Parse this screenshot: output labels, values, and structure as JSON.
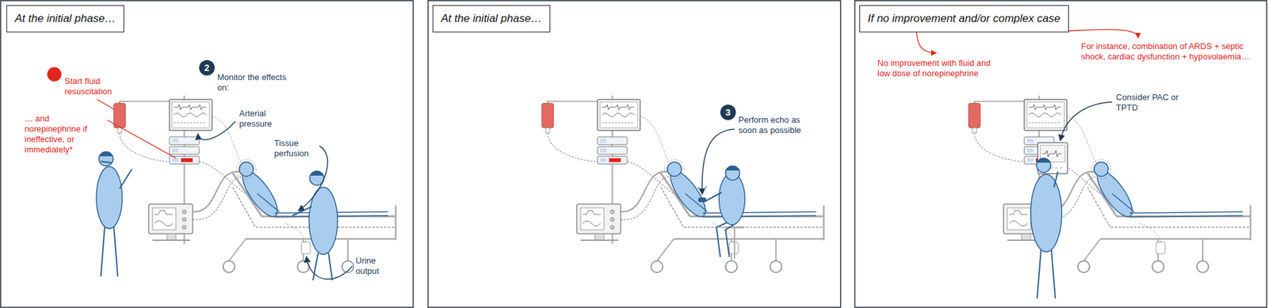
{
  "diagram": {
    "nodes": [
      {
        "text": [
          "At the initial phase…"
        ]
      },
      {
        "text": [
          "At the initial phase…"
        ]
      },
      {
        "text": [
          "If no improvement and/or complex case"
        ]
      }
    ],
    "labels": [
      "Start fluid resuscitation",
      "… and norepinephrine if ineffective, or immediately*",
      "2",
      "Monitor the effects on:",
      "Arterial pressure",
      "Tissue perfusion",
      "Urine output",
      "3",
      "Perform echo as soon as possible",
      "No improvement with fluid and low dose of norepinephrine",
      "For instance, combination of ARDS + septic shock, cardiac dysfunction + hypovolaemia…",
      "Consider PAC or TPTD"
    ]
  }
}
